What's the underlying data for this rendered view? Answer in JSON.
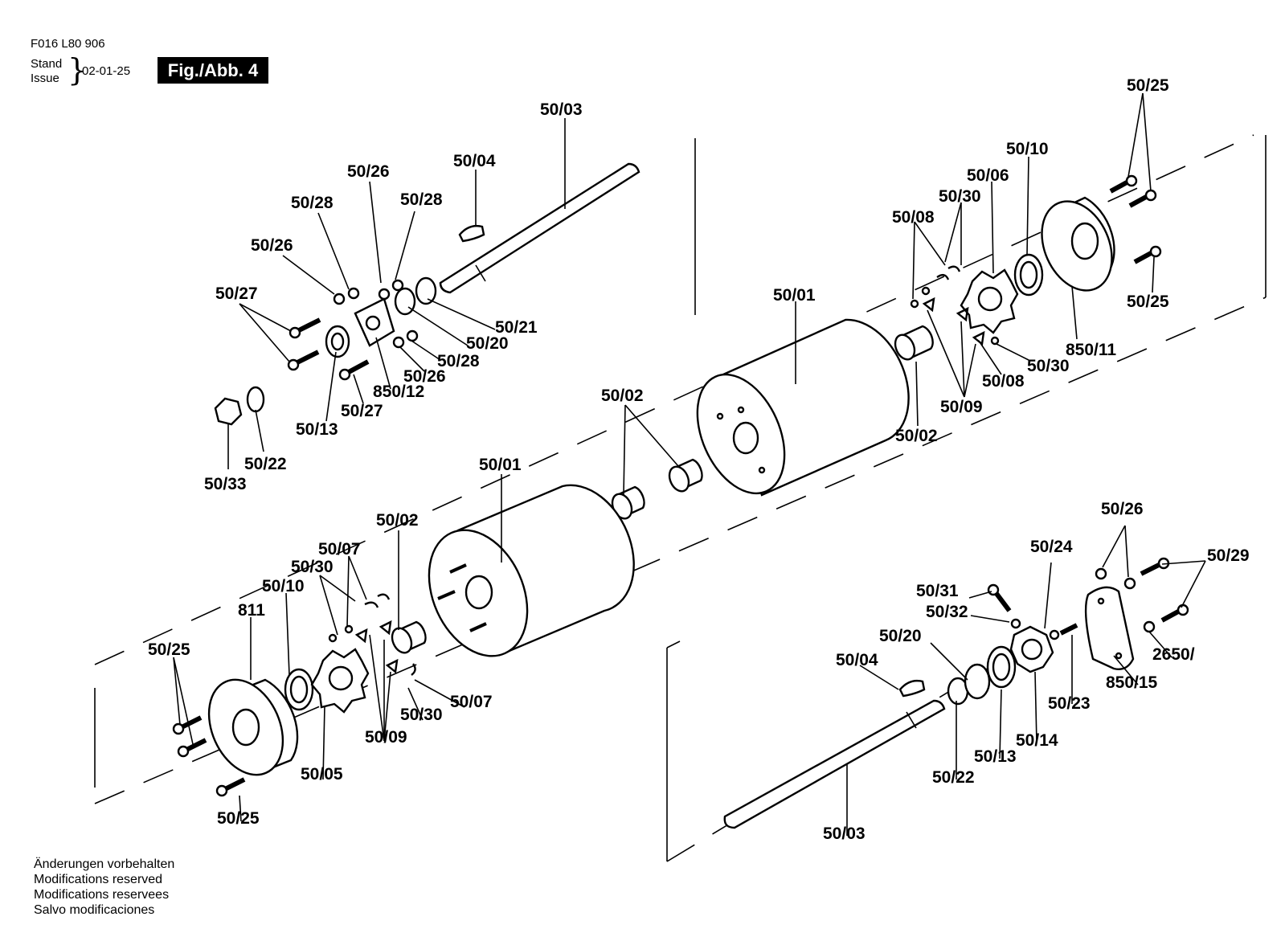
{
  "header": {
    "doc_number": "F016 L80 906",
    "stand_label": "Stand",
    "issue_label": "Issue",
    "date": "02-01-25",
    "figure_label": "Fig./Abb. 4"
  },
  "footer": {
    "lines": [
      "Änderungen vorbehalten",
      "Modifications reserved",
      "Modifications reservees",
      "Salvo modificaciones"
    ]
  },
  "callouts": [
    "50/03",
    "50/04",
    "50/26",
    "50/28",
    "50/28",
    "50/26",
    "50/27",
    "50/21",
    "50/20",
    "50/28",
    "50/26",
    "850/12",
    "50/27",
    "50/13",
    "50/22",
    "50/33",
    "50/25",
    "50/10",
    "50/06",
    "50/30",
    "50/08",
    "50/01",
    "50/25",
    "850/11",
    "50/30",
    "50/08",
    "50/09",
    "50/02",
    "50/02",
    "50/01",
    "50/02",
    "50/07",
    "50/30",
    "50/10",
    "811",
    "50/25",
    "50/07",
    "50/30",
    "50/09",
    "50/05",
    "50/25",
    "50/26",
    "50/24",
    "50/29",
    "50/31",
    "50/32",
    "50/20",
    "50/04",
    "2650/",
    "850/15",
    "50/23",
    "50/14",
    "50/13",
    "50/22",
    "50/03"
  ]
}
